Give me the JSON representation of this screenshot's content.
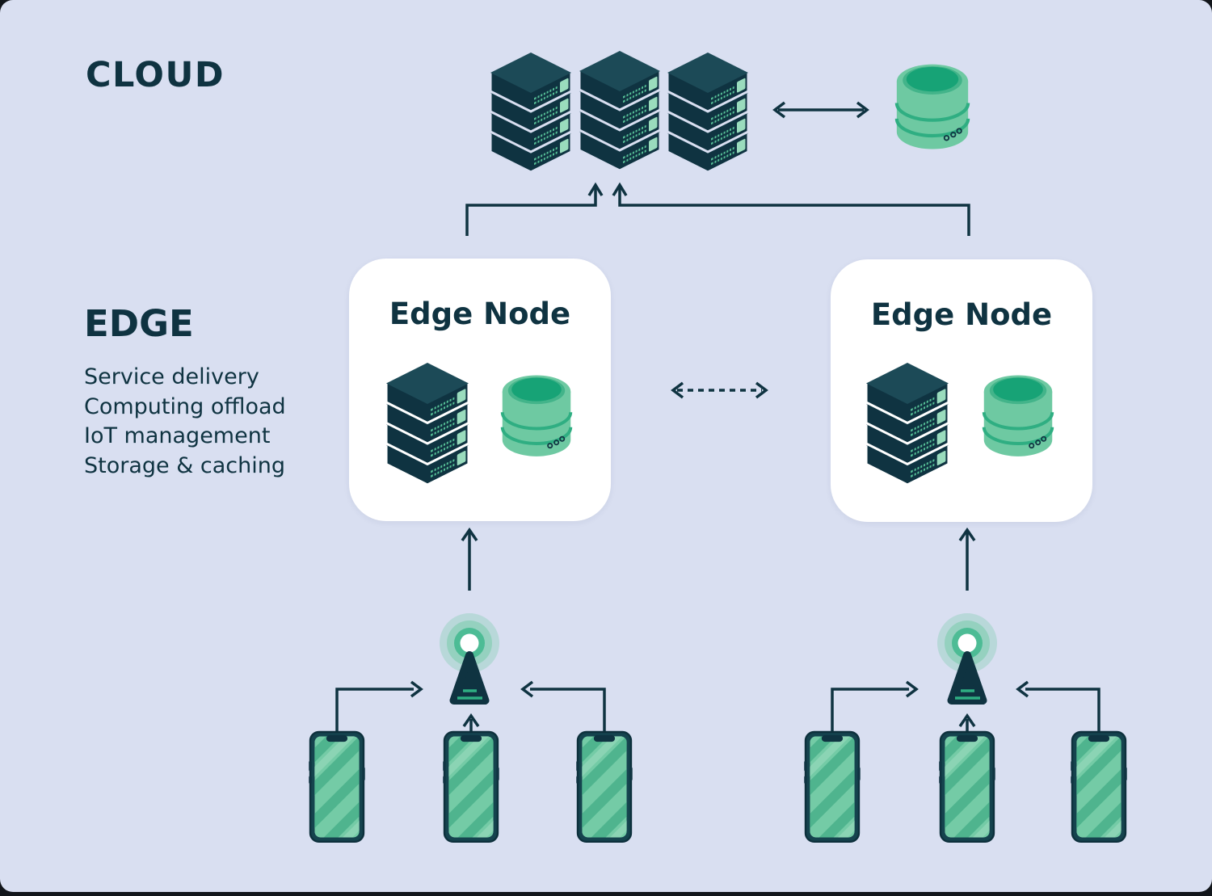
{
  "colors": {
    "backdrop": "#12161b",
    "panel_background": "#d9dff1",
    "ink_navy": "#0f3341",
    "green_light": "#6ec9a2",
    "green_mid": "#4fb48e",
    "green_dark": "#17a376",
    "card_white": "#ffffff"
  },
  "cloud_section": {
    "label": "CLOUD"
  },
  "edge_section": {
    "label": "EDGE",
    "features": [
      "Service delivery",
      "Computing offload",
      "IoT management",
      "Storage & caching"
    ]
  },
  "edge_nodes": [
    {
      "label": "Edge Node"
    },
    {
      "label": "Edge Node"
    }
  ],
  "icons": {
    "cloud_server_cluster": "server-stack-icon",
    "cloud_server_count": 3,
    "cloud_database": "database-icon",
    "edge_node_contents": [
      "server-stack-icon",
      "database-icon"
    ],
    "base_station": "antenna-tower-icon",
    "device": "smartphone-icon",
    "devices_per_station": 3
  }
}
